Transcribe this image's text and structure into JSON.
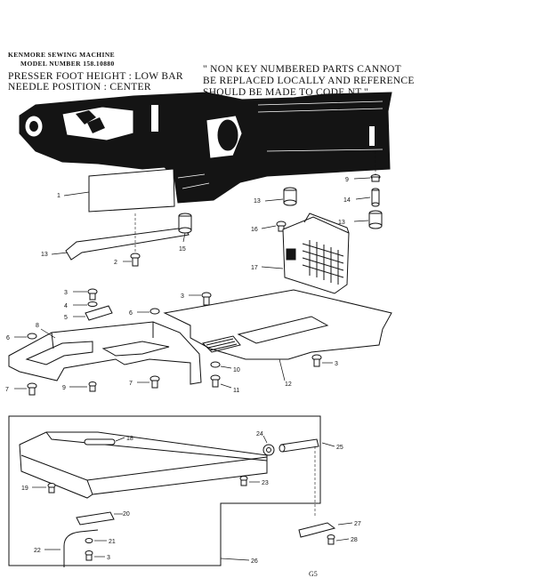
{
  "header": {
    "model_line_1": "KENMORE SEWING MACHINE",
    "model_line_2": "MODEL NUMBER 158.10880",
    "presser_foot": "PRESSER FOOT HEIGHT : LOW BAR",
    "needle_position": "NEEDLE POSITION : CENTER"
  },
  "note": {
    "line_1": "\" NON KEY NUMBERED PARTS CANNOT",
    "line_2": "BE REPLACED LOCALLY AND REFERENCE",
    "line_3": "SHOULD BE MADE TO CODE NT.\""
  },
  "callouts": {
    "c1": "1",
    "c2": "2",
    "c3a": "3",
    "c3b": "3",
    "c3c": "3",
    "c3d": "3",
    "c4": "4",
    "c5": "5",
    "c6a": "6",
    "c6b": "6",
    "c7a": "7",
    "c7b": "7",
    "c8": "8",
    "c9a": "9",
    "c9b": "9",
    "c10": "10",
    "c11": "11",
    "c12": "12",
    "c13a": "13",
    "c13b": "13",
    "c13c": "13",
    "c14": "14",
    "c15": "15",
    "c16": "16",
    "c17": "17",
    "c18": "18",
    "c19": "19",
    "c20": "20",
    "c21": "21",
    "c22": "22",
    "c23": "23",
    "c24": "24",
    "c25": "25",
    "c26": "26",
    "c27": "27",
    "c28": "28"
  },
  "page_number": "G5",
  "colors": {
    "ink": "#111111",
    "paper": "#ffffff"
  }
}
